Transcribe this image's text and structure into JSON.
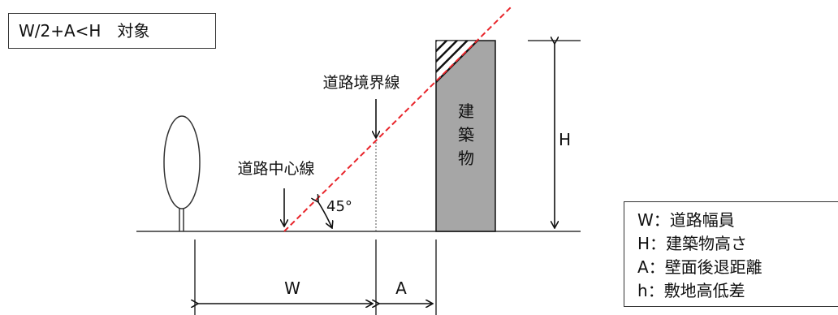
{
  "condition": "W/2+A<H　対象",
  "labels": {
    "road_boundary": "道路境界線",
    "road_center": "道路中心線",
    "building": [
      "建",
      "築",
      "物"
    ],
    "angle": "45°",
    "height": "H",
    "width": "W",
    "setback": "A"
  },
  "legend": [
    {
      "key": "W",
      "desc": "道路幅員"
    },
    {
      "key": "H",
      "desc": "建築物高さ"
    },
    {
      "key": "A",
      "desc": "壁面後退距離"
    },
    {
      "key": "h",
      "desc": "敷地高低差"
    }
  ],
  "colors": {
    "building_fill": "#a6a6a6",
    "slope_line": "#e8252b",
    "ink": "#111111"
  }
}
